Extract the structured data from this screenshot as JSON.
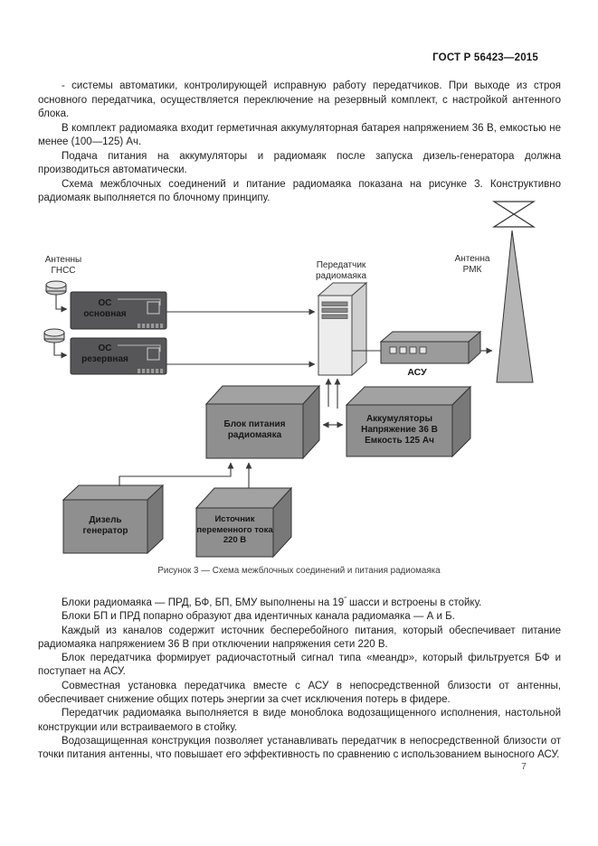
{
  "header": {
    "title": "ГОСТ Р 56423—2015"
  },
  "page_number": "7",
  "intro_paragraphs": [
    "- системы автоматики, контролирующей исправную работу передатчиков. При выходе из строя основного передатчика, осуществляется переключение на резервный комплект, с настройкой антенного блока.",
    "В комплект радиомаяка входит герметичная аккумуляторная батарея напряжением 36 В, емкостью не менее (100—125) Ач.",
    "Подача питания на аккумуляторы и радиомаяк после запуска дизель-генератора должна производиться автоматически.",
    "Схема межблочных соединений и питание радиомаяка показана на рисунке 3. Конструктивно радиомаяк выполняется по блочному принципу."
  ],
  "figure": {
    "caption": "Рисунок 3 — Схема межблочных соединений и питания радиомаяка",
    "labels": {
      "gnss_antennas": "Антенны\nГНСС",
      "os_main": "ОС\nосновная",
      "os_reserve": "ОС\nрезервная",
      "transmitter": "Передатчик\nрадиомаяка",
      "rmk_antenna": "Антенна\nРМК",
      "asu": "АСУ",
      "power_unit": "Блок питания\nрадиомаяка",
      "batteries": "Аккумуляторы\nНапряжение 36 В\nЕмкость 125 Ач",
      "diesel_generator": "Дизель\nгенератор",
      "ac_source": "Источник\nпеременного тока\n220 В"
    },
    "icons": {
      "gnss_antenna_icon": "cylinder-antenna",
      "rmk_antenna_icon": "bowtie-dipole",
      "rmk_mast_icon": "mast-triangle"
    }
  },
  "body_paragraphs": {
    "p1": {
      "prefix": "Блоки радиомаяка — ПРД, БФ, БП, БМУ выполнены на 19",
      "sup": "″",
      "suffix": " шасси и встроены в стойку."
    },
    "p2": "Блоки БП и ПРД попарно образуют два идентичных канала радиомаяка — А и Б.",
    "p3": "Каждый из каналов содержит источник бесперебойного питания, который обеспечивает питание радиомаяка напряжением 36 В при отключении напряжения сети 220 В.",
    "p4": "Блок передатчика формирует радиочастотный сигнал типа «меандр», который фильтруется БФ и поступает на АСУ.",
    "p5": "Совместная установка передатчика вместе с АСУ в непосредственной близости от антенны, обеспечивает снижение общих потерь энергии за счет исключения потерь в фидере.",
    "p6": "Передатчик радиомаяка выполняется в виде моноблока водозащищенного исполнения, настольной конструкции или встраиваемого в стойку.",
    "p7": "Водозащищенная конструкция позволяет устанавливать передатчик в непосредственной близости от точки питания антенны, что повышает его эффективность по сравнению с использованием выносного АСУ."
  },
  "colors": {
    "line": "#3a3a3a",
    "text": "#1f1f1f",
    "box_front": "#8f8f8f",
    "box_top": "#a2a2a2",
    "box_side": "#787878",
    "dark_unit": "#565659",
    "tower_front": "#ededed",
    "tower_top": "#e0e0e0",
    "tower_side": "#cfcfcf",
    "asu_front": "#9b9b9b",
    "asu_top": "#b2b2b2",
    "asu_side": "#8a8a8a",
    "mast": "#b5b5b5",
    "bowtie_fill": "#ffffff"
  }
}
